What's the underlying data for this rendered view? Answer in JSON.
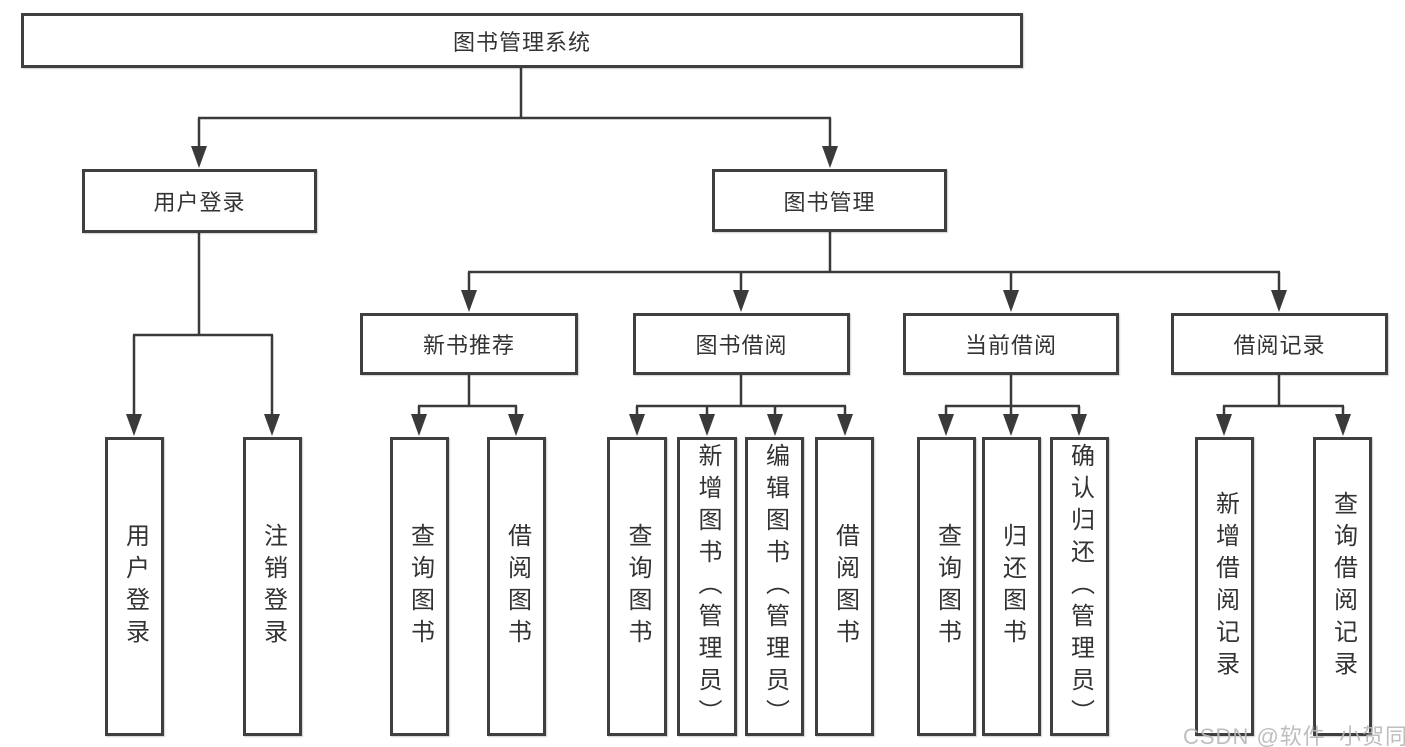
{
  "tree": {
    "root": "图书管理系统",
    "branches": [
      {
        "label": "用户登录",
        "children": [
          "用户登录",
          "注销登录"
        ]
      },
      {
        "label": "图书管理",
        "groups": [
          {
            "label": "新书推荐",
            "children": [
              "查询图书",
              "借阅图书"
            ]
          },
          {
            "label": "图书借阅",
            "children": [
              "查询图书",
              "新增图书（管理员）",
              "编辑图书（管理员）",
              "借阅图书"
            ]
          },
          {
            "label": "当前借阅",
            "children": [
              "查询图书",
              "归还图书",
              "确认归还（管理员）"
            ]
          },
          {
            "label": "借阅记录",
            "children": [
              "新增借阅记录",
              "查询借阅记录"
            ]
          }
        ]
      }
    ]
  },
  "watermark": "CSDN @软件_小贺同学",
  "colors": {
    "line": "#3a3a3a",
    "box_border": "#3f3f3f",
    "text": "#333333",
    "background": "#ffffff",
    "watermark": "#b9b9b9"
  }
}
